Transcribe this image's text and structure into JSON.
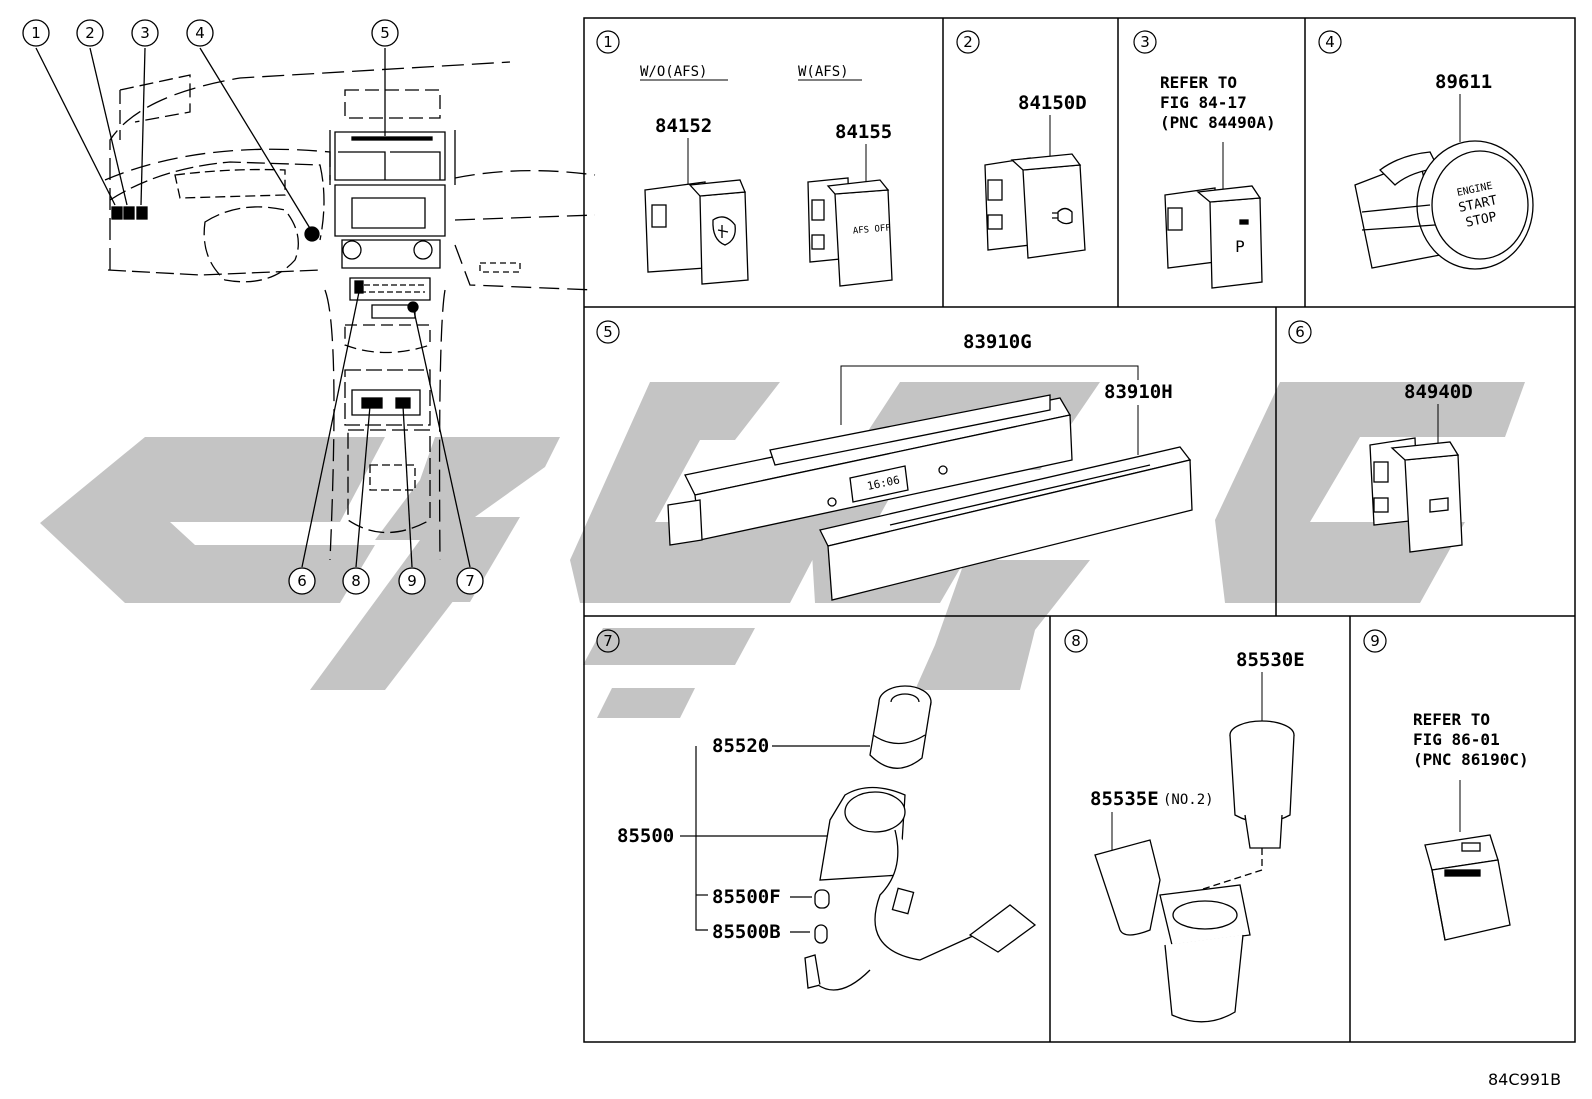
{
  "callouts": [
    "1",
    "2",
    "3",
    "4",
    "5",
    "6",
    "7",
    "8",
    "9"
  ],
  "panels": {
    "p1": {
      "num": "1",
      "variant_left": "W/O(AFS)",
      "variant_right": "W(AFS)",
      "part_left": "84152",
      "part_right": "84155",
      "switch_text": "AFS OFF"
    },
    "p2": {
      "num": "2",
      "part": "84150D"
    },
    "p3": {
      "num": "3",
      "note_line1": "REFER TO",
      "note_line2": "FIG 84-17",
      "note_line3": "(PNC 84490A)",
      "switch_text": "P"
    },
    "p4": {
      "num": "4",
      "part": "89611",
      "button_line1": "ENGINE",
      "button_line2": "START",
      "button_line3": "STOP"
    },
    "p5": {
      "num": "5",
      "part_upper": "83910G",
      "part_lower": "83910H",
      "display_text": "16:06"
    },
    "p6": {
      "num": "6",
      "part": "84940D"
    },
    "p7": {
      "num": "7",
      "part_a": "85520",
      "part_b": "85500",
      "part_c": "85500F",
      "part_d": "85500B"
    },
    "p8": {
      "num": "8",
      "part_top": "85530E",
      "part_cap": "85535E",
      "part_cap_suffix": "(NO.2)"
    },
    "p9": {
      "num": "9",
      "note_line1": "REFER TO",
      "note_line2": "FIG 86-01",
      "note_line3": "(PNC 86190C)"
    }
  },
  "figure_code": "84C991B",
  "colors": {
    "line": "#000000",
    "watermark": "#c4c4c4",
    "background": "#ffffff"
  }
}
